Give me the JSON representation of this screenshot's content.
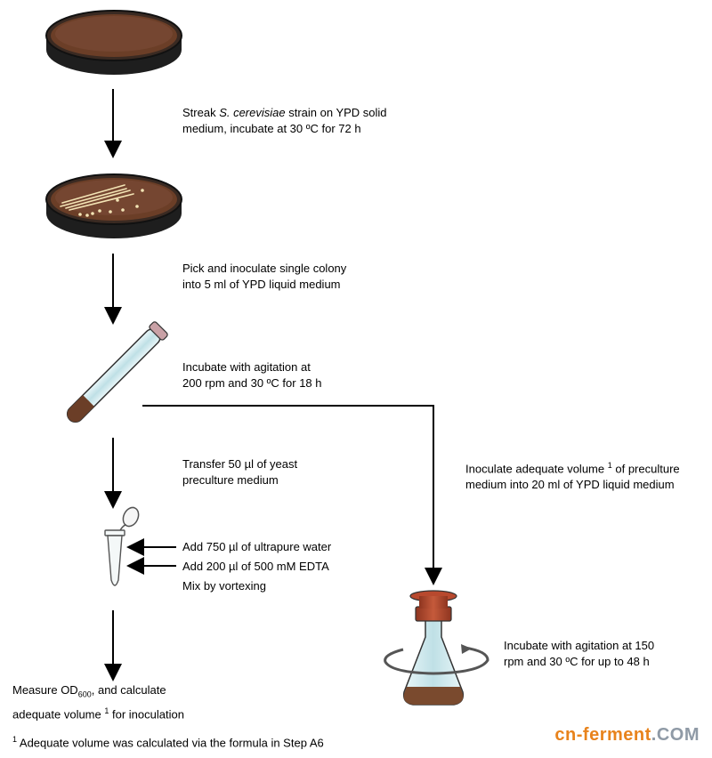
{
  "steps": {
    "step1": {
      "pre": "Streak ",
      "species": "S. cerevisiae",
      "post": " strain on YPD solid",
      "line2": "medium, incubate at 30 ºC for 72 h"
    },
    "step2": {
      "line1": "Pick and inoculate single colony",
      "line2": "into 5 ml of YPD liquid medium"
    },
    "step3": {
      "line1": "Incubate with agitation at",
      "line2": "200 rpm and 30 ºC for 18 h"
    },
    "step4": {
      "line1": "Transfer 50 µl of yeast",
      "line2": "preculture medium"
    },
    "step5": {
      "add_water": "Add 750 µl of ultrapure water",
      "add_edta": "Add 200 µl of 500 mM EDTA",
      "mix": "Mix by vortexing"
    },
    "step6": {
      "pre": "Measure OD",
      "sub": "600",
      "post": ", and calculate",
      "line2_pre": "adequate volume ",
      "sup": "1",
      "line2_post": " for inoculation"
    },
    "right1": {
      "line1_pre": "Inoculate adequate volume ",
      "sup": "1",
      "line1_post": " of preculture",
      "line2": "medium into 20 ml of YPD liquid medium"
    },
    "right2": {
      "line1": "Incubate with agitation at 150",
      "line2": "rpm and 30 ºC for up to 48 h"
    }
  },
  "footnote": {
    "sup": "1",
    "text": " Adequate volume was calculated via the formula in Step A6"
  },
  "watermark": {
    "part1": "cn-ferment",
    "part2": ".COM"
  },
  "colors": {
    "medium": "#6b3e27",
    "dish_rim": "#2a2a2a",
    "glass": "#cfe6ea",
    "stopper": "#b8492e",
    "colony": "#f3e4b5",
    "wm_orange": "#e8831c",
    "wm_gray": "#8f9aa6"
  }
}
